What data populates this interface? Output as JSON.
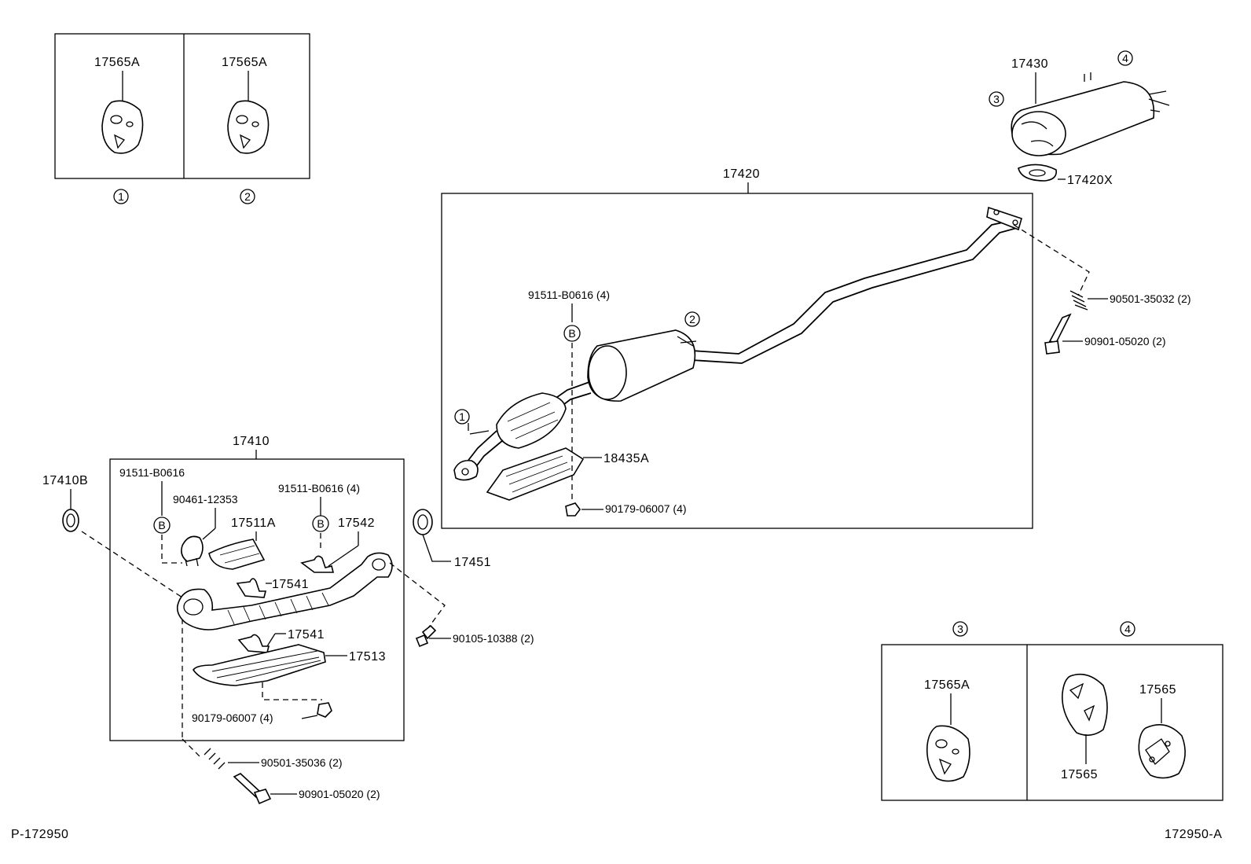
{
  "labels": {
    "p_17565A_1": "17565A",
    "p_17565A_2": "17565A",
    "p_17565A_3": "17565A",
    "p_17565_a": "17565",
    "p_17565_b": "17565",
    "p_17430": "17430",
    "p_17420X": "17420X",
    "p_17420": "17420",
    "p_91511_b0616_4_top": "91511-B0616 (4)",
    "p_90501_35032": "90501-35032 (2)",
    "p_90901_05020_top": "90901-05020 (2)",
    "p_18435A": "18435A",
    "p_90179_06007_top": "90179-06007 (4)",
    "p_17410": "17410",
    "p_17410B": "17410B",
    "p_91511_b0616": "91511-B0616",
    "p_90461_12353": "90461-12353",
    "p_17511A": "17511A",
    "p_91511_b0616_4": "91511-B0616 (4)",
    "p_17542": "17542",
    "p_17541_a": "17541",
    "p_17541_b": "17541",
    "p_17513": "17513",
    "p_90179_06007_low": "90179-06007 (4)",
    "p_17451": "17451",
    "p_90105_10388": "90105-10388 (2)",
    "p_90501_35036": "90501-35036 (2)",
    "p_90901_05020_low": "90901-05020 (2)",
    "footer_left": "P-172950",
    "footer_right": "172950-A"
  },
  "callouts": {
    "c1": "1",
    "c2": "2",
    "c3": "3",
    "c4": "4",
    "c1_main": "1",
    "c2_main": "2",
    "c3_top": "3",
    "c4_top": "4",
    "c3_box": "3",
    "c4_box": "4",
    "b_main": "B",
    "b_left": "B",
    "b_right": "B"
  }
}
